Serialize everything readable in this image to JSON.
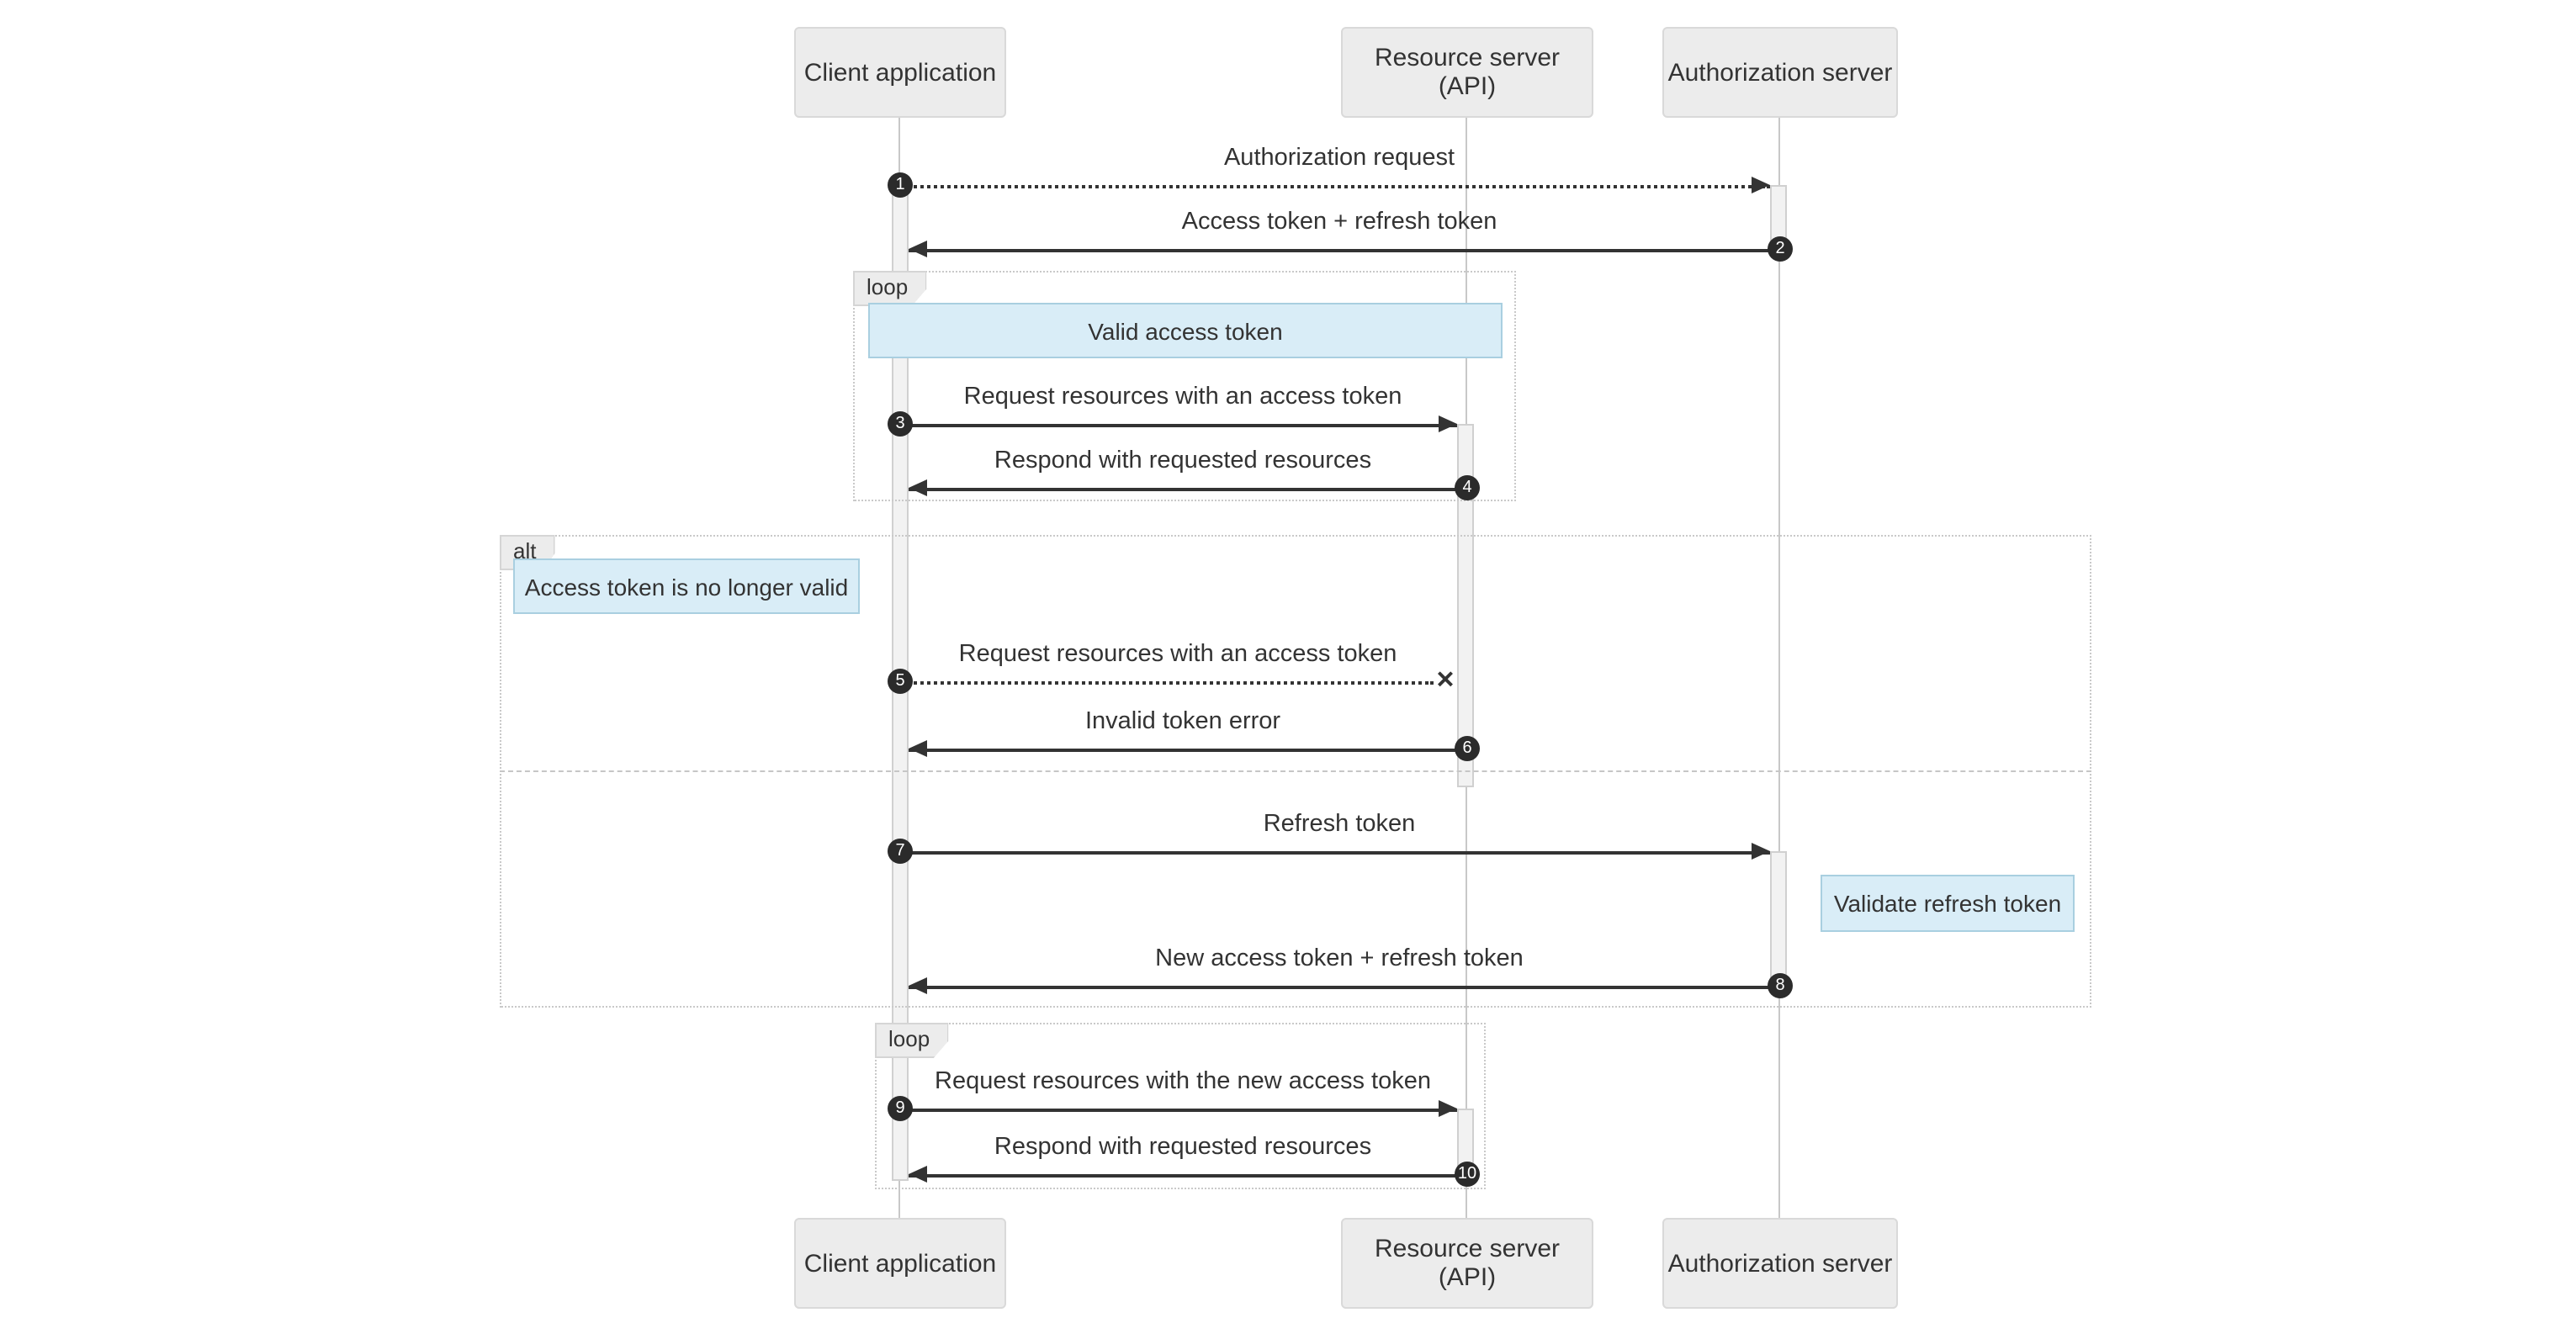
{
  "diagram_type": "sequence-diagram",
  "actors": [
    {
      "label": "Client application"
    },
    {
      "label": "Resource server (API)"
    },
    {
      "label": "Authorization server"
    }
  ],
  "messages": [
    {
      "num": "1",
      "label": "Authorization request"
    },
    {
      "num": "2",
      "label": "Access token + refresh token"
    },
    {
      "num": "3",
      "label": "Request resources with an access token"
    },
    {
      "num": "4",
      "label": "Respond with requested resources"
    },
    {
      "num": "5",
      "label": "Request resources with an access token"
    },
    {
      "num": "6",
      "label": "Invalid token error"
    },
    {
      "num": "7",
      "label": "Refresh token"
    },
    {
      "num": "8",
      "label": "New access token + refresh token"
    },
    {
      "num": "9",
      "label": "Request resources with the new access token"
    },
    {
      "num": "10",
      "label": "Respond with requested resources"
    }
  ],
  "frames": [
    {
      "kind": "loop",
      "label": "loop"
    },
    {
      "kind": "alt",
      "label": "alt"
    },
    {
      "kind": "loop",
      "label": "loop"
    }
  ],
  "notes": [
    {
      "text": "Valid access token"
    },
    {
      "text": "Access token is no longer valid"
    },
    {
      "text": "Validate refresh token"
    }
  ],
  "colors": {
    "note_fill": "#d9edf7",
    "note_border": "#a9cfe0",
    "actor_fill": "#ececec",
    "actor_border": "#d9d9d9",
    "frame_border": "#c9c9c9",
    "label_fill": "#ececec",
    "arrow": "#333333",
    "number_fill": "#2b2b2b",
    "lifeline": "#c8c8c8",
    "activation_fill": "#f2f2f2",
    "activation_border": "#d0d0d0"
  }
}
